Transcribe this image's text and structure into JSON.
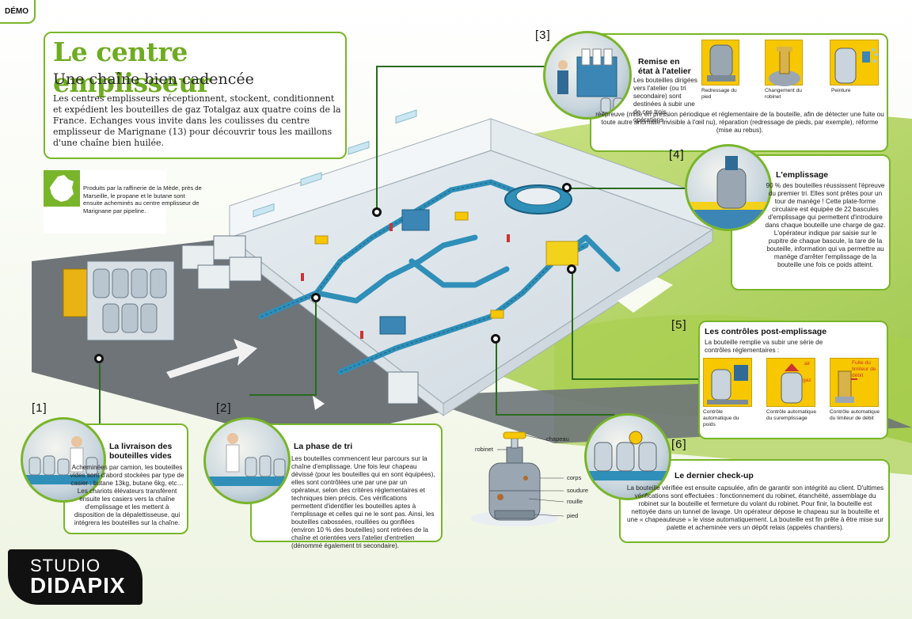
{
  "header": {
    "tag": "DÉMO"
  },
  "title": {
    "main": "Le centre emplisseur",
    "sub": "Une chaîne bien cadencée",
    "intro": "Les centres emplisseurs réceptionnent, stockent, conditionnent et expédient les bouteilles de gaz Totalgaz aux quatre coins de la France. Echanges vous invite dans les coulisses du centre emplisseur de Marignane (13) pour découvrir tous les maillons d'une chaîne bien huilée."
  },
  "france_note": "Produits par la raffinerie de la Mède, près de Marseille, le propane et le butane sont ensuite acheminés au centre emplisseur de Marignane par pipeline.",
  "steps": {
    "s1": {
      "num": "[1]",
      "title": "La livraison des bouteilles vides",
      "text": "Acheminées par camion, les bouteilles vides sont d'abord stockées par type de casier : butane 13kg, butane 6kg, etc… Les chariots élévateurs transfèrent ensuite les casiers vers la chaîne d'emplissage et les mettent à disposition de la dépalettisseuse, qui intégrera les bouteilles sur la chaîne."
    },
    "s2": {
      "num": "[2]",
      "title": "La phase de tri",
      "text": "Les bouteilles commencent leur parcours sur la chaîne d'emplissage. Une fois leur chapeau dévissé (pour les bouteilles qui en sont équipées), elles sont contrôlées une par une par un opérateur, selon des critères réglementaires et techniques bien précis. Ces vérifications permettent d'identifier les bouteilles aptes à l'emplissage et celles qui ne le sont pas. Ainsi, les bouteilles cabossées, rouillées ou gonflées (environ 10 % des bouteilles) sont retirées de la chaîne et orientées vers l'atelier d'entretien (dénommé également tri secondaire)."
    },
    "s3": {
      "num": "[3]",
      "title": "Remise en état à l'atelier",
      "text": "Les bouteilles dirigées vers l'atelier (ou tri secondaire) sont destinées à subir une de ces trois opérations :",
      "text2": "réépreuve (mise en pression périodique et réglementaire de la bouteille, afin de détecter une fuite ou toute autre anomalie invisible à l'œil nu), réparation (redressage de pieds, par exemple), réforme (mise au rebus).",
      "thumbs": [
        "Redressage du pied",
        "Changement du robinet",
        "Peinture"
      ]
    },
    "s4": {
      "num": "[4]",
      "title": "L'emplissage",
      "text": "90 % des bouteilles réussissent l'épreuve du premier tri. Elles sont prêtes pour un tour de manège ! Cette plate-forme circulaire est équipée de 22 bascules d'emplissage qui permettent d'introduire dans chaque bouteille une charge de gaz. L'opérateur indique par saisie sur le pupitre de chaque bascule, la tare de la bouteille, information qui va permettre au manège d'arrêter l'emplissage de la bouteille une fois ce poids atteint."
    },
    "s5": {
      "num": "[5]",
      "title": "Les contrôles post-emplissage",
      "text": "La bouteille remplie va subir une série de contrôles réglementaires :",
      "thumbs": [
        "Contrôle automatique du poids",
        "Contrôle automatique du suremplissage",
        "Contrôle automatique du limiteur de débit"
      ],
      "labels": {
        "air": "air",
        "gaz": "gaz",
        "fuite": "Fuite du limiteur de débit"
      }
    },
    "s6": {
      "num": "[6]",
      "title": "Le dernier check-up",
      "text": "La bouteille vérifiée est ensuite capsulée, afin de garantir son intégrité au client. D'ultimes vérifications sont effectuées : fonctionnement du robinet, étanchéité, assemblage du robinet sur la bouteille et fermeture du volant du robinet. Pour finir, la bouteille est nettoyée dans un tunnel de lavage. Un opérateur dépose le chapeau sur la bouteille et une « chapeauteuse » le visse automatiquement. La bouteille est fin prête à être mise sur palette et acheminée vers un dépôt relais (appelés chantiers)."
    }
  },
  "bottle_parts": [
    "chapeau",
    "robinet",
    "corps",
    "soudure",
    "rouille",
    "pied"
  ],
  "logo": {
    "line1": "STUDIO",
    "line2": "DIDAPIX"
  },
  "colors": {
    "accent_green": "#79b52a",
    "title_green": "#6fab22",
    "conveyor_blue": "#2f8fb8",
    "yellow": "#f7c700"
  }
}
